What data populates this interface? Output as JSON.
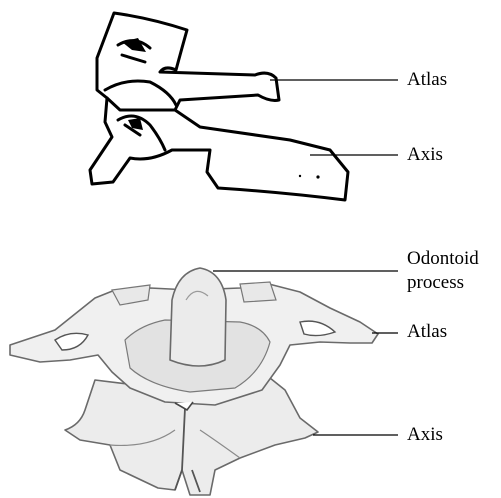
{
  "labels": {
    "atlas_top": "Atlas",
    "axis_top": "Axis",
    "odontoid_line1": "Odontoid",
    "odontoid_line2": "process",
    "atlas_bottom": "Atlas",
    "axis_bottom": "Axis"
  }
}
